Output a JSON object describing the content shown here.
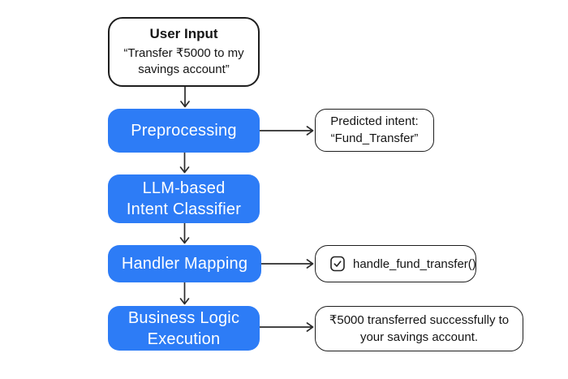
{
  "diagram": {
    "type": "flowchart",
    "colors": {
      "accent_blue": "#2D7CF6",
      "box_border": "#1E1E1E",
      "arrow": "#2B2B2B",
      "text_dark": "#151515",
      "text_on_blue": "#FFFFFF",
      "background": "#FFFFFF"
    },
    "user_input": {
      "title": "User Input",
      "quote": "“Transfer ₹5000 to my savings account”"
    },
    "steps": [
      {
        "label": "Preprocessing"
      },
      {
        "line1": "LLM-based",
        "line2": "Intent Classifier"
      },
      {
        "label": "Handler Mapping"
      },
      {
        "line1": "Business Logic",
        "line2": "Execution"
      }
    ],
    "annotations": {
      "predicted_intent": {
        "line1": "Predicted intent:",
        "line2": "“Fund_Transfer”"
      },
      "handler_call": {
        "icon": "checkbox-checked-icon",
        "label": "handle_fund_transfer()"
      },
      "result": {
        "text": "₹5000 transferred successfully to your savings account."
      }
    }
  }
}
